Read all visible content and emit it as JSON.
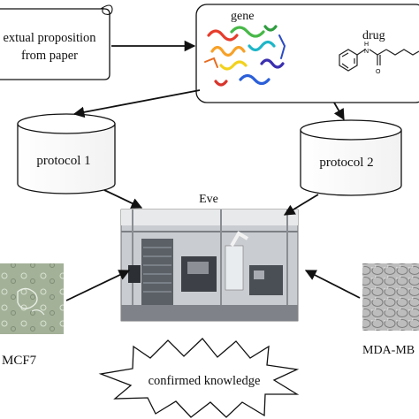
{
  "nodes": {
    "paper_line1": "extual proposition",
    "paper_line2": "from paper",
    "gene_label": "gene",
    "drug_label": "drug",
    "protocol1": "protocol 1",
    "protocol2": "protocol 2",
    "eve_label": "Eve",
    "mcf7_label": "MCF7",
    "mda_label": "MDA-MB",
    "knowledge": "confirmed knowledge"
  },
  "colors": {
    "stroke": "#111111",
    "microscope_left": "#9aa88f",
    "microscope_right": "#b9b9b9",
    "lab_bg": "#c9ccd0"
  },
  "icons": [
    "scroll-icon",
    "protein-structure-image",
    "molecule-structure-image",
    "cylinder-icon",
    "lab-robot-photo",
    "cell-micrograph-image",
    "starburst-icon"
  ]
}
